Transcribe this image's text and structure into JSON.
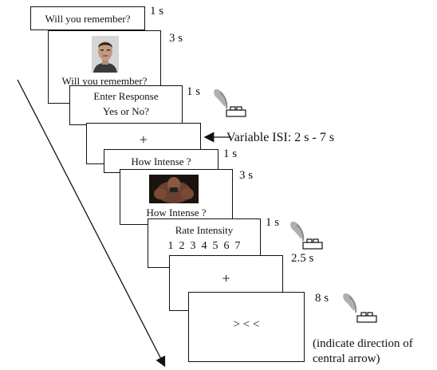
{
  "screens": [
    {
      "id": "s1",
      "text": "Will you remember?",
      "duration": "1 s"
    },
    {
      "id": "s2",
      "text": "Will you remember?",
      "duration": "3 s",
      "image": "face-photo"
    },
    {
      "id": "s3",
      "line1": "Enter Response",
      "line2": "Yes or No?",
      "duration": "1 s",
      "icon": "hand-press-icon"
    },
    {
      "id": "s4",
      "text": "+",
      "duration": "Variable ISI: 2 s - 7 s"
    },
    {
      "id": "s5",
      "text": "How Intense ?",
      "duration": "1 s"
    },
    {
      "id": "s6",
      "text": "How Intense ?",
      "duration": "3 s",
      "image": "aversive-photo"
    },
    {
      "id": "s7",
      "line1": "Rate Intensity",
      "line2": "1  2  3  4  5  6  7",
      "duration": "1 s",
      "icon": "hand-press-icon"
    },
    {
      "id": "s8",
      "text": "+",
      "duration": "2.5 s"
    },
    {
      "id": "s9",
      "text": "> < <",
      "duration": "8 s",
      "icon": "hand-press-icon"
    }
  ],
  "note": {
    "line1": "(indicate direction of",
    "line2": "central arrow)"
  },
  "colors": {
    "line": "#111111",
    "icon": "#a8a8a8"
  }
}
